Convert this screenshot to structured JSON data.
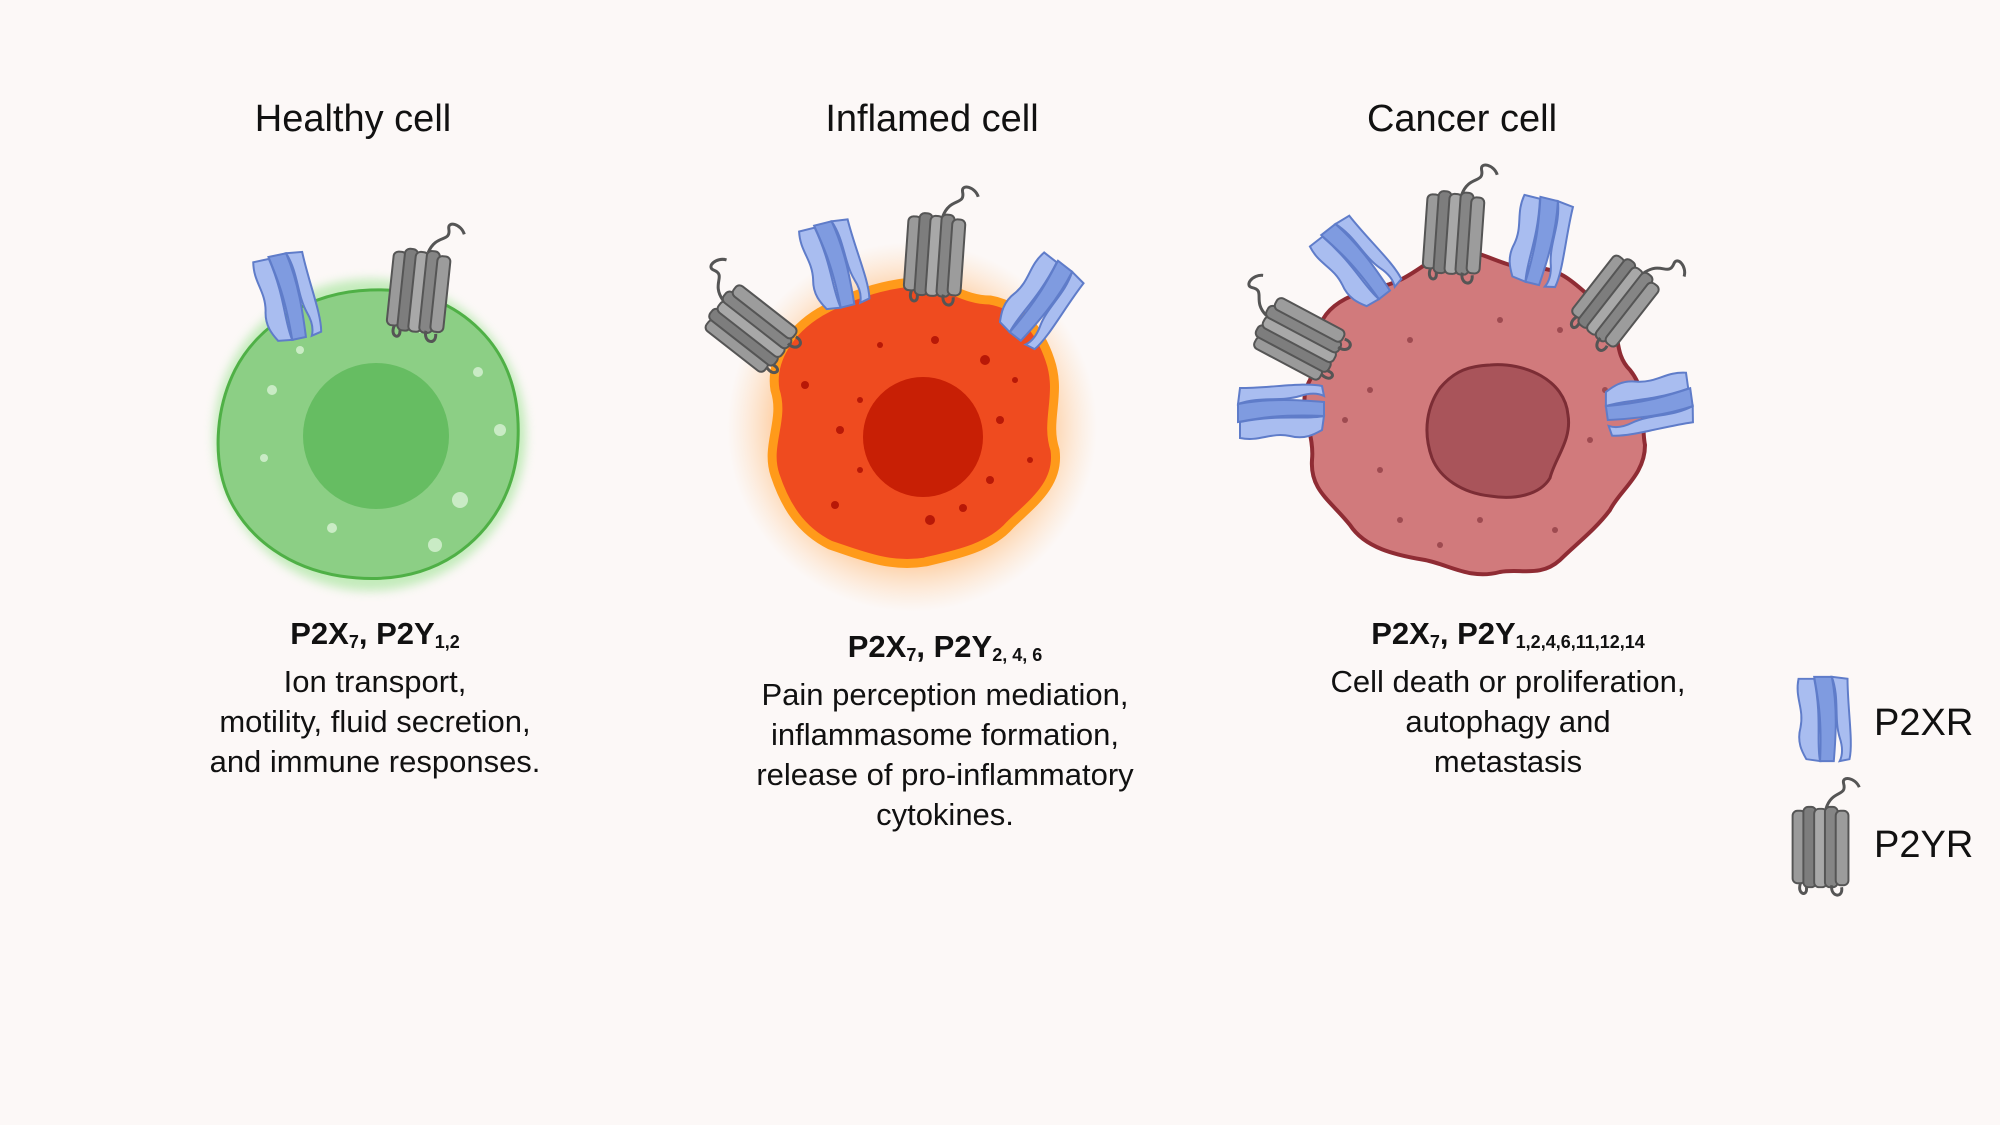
{
  "panels": [
    {
      "title": "Healthy cell",
      "p2x_name": "P2X",
      "p2x_sub": "7",
      "sep": ", ",
      "p2y_name": "P2Y",
      "p2y_sub": "1,2",
      "desc_lines": [
        "Ion transport,",
        "motility, fluid secretion,",
        "and immune responses."
      ]
    },
    {
      "title": "Inflamed cell",
      "p2x_name": "P2X",
      "p2x_sub": "7",
      "sep": ", ",
      "p2y_name": "P2Y",
      "p2y_sub": "2, 4, 6",
      "desc_lines": [
        "Pain perception mediation,",
        "inflammasome formation,",
        "release of pro-inflammatory",
        "cytokines."
      ]
    },
    {
      "title": "Cancer cell",
      "p2x_name": "P2X",
      "p2x_sub": "7",
      "sep": ", ",
      "p2y_name": "P2Y",
      "p2y_sub": "1,2,4,6,11,12,14",
      "desc_lines": [
        "Cell death or proliferation,",
        "autophagy and",
        "metastasis"
      ]
    }
  ],
  "legend": {
    "p2x_label": "P2XR",
    "p2y_label": "P2YR"
  },
  "colors": {
    "healthy_cell": "#8ccf85",
    "healthy_nucleus": "#66bd62",
    "inflamed_cell": "#ef4b1f",
    "inflamed_nucleus": "#c81f05",
    "cancer_cell": "#d17a7c",
    "cancer_nucleus": "#a9545a",
    "p2x_receptor": "#8fa8e4",
    "p2y_receptor": "#8a8a8a"
  }
}
